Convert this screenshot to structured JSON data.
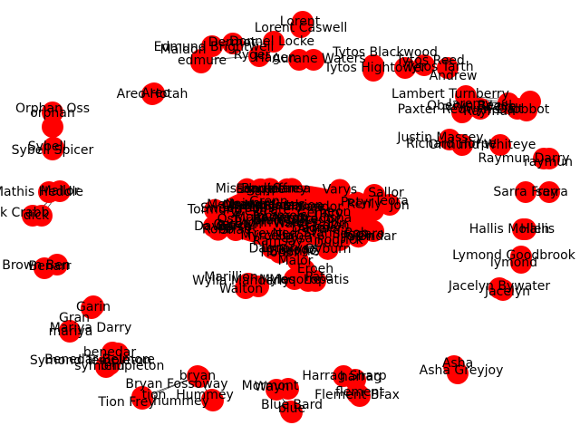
{
  "colors": {
    "node": "#ff0000",
    "label": "#000000",
    "background": "#ffffff"
  },
  "core_labels": [
    "Osf",
    "Dagmer",
    "Black",
    "Rob",
    "Oberyn",
    "Ilyn",
    "Pate",
    "Mord",
    "Margaery",
    "Sweetrobin",
    "Walder",
    "Renly",
    "Stannis",
    "Gendry",
    "Shae",
    "Grenn",
    "Qyburn",
    "Bronn",
    "Pycelle",
    "Duur",
    "Frey",
    "Seggaro",
    "Brienne",
    "Tyrion",
    "Jaime",
    "Sansa",
    "Arya",
    "Bran",
    "Jon",
    "Sam",
    "Theon",
    "Cersei",
    "Robb",
    "Catelyn",
    "Ned",
    "Jorah",
    "Daenerys",
    "Varys",
    "Petyr",
    "Joffrey",
    "Tommen",
    "Myrcella",
    "Lysa",
    "Edmure",
    "Hodor",
    "Osha",
    "Meera",
    "Jojen",
    "Davos",
    "Melisandre",
    "Podrick",
    "Sandor",
    "Gregor",
    "Barristan",
    "Missandei",
    "Drogo",
    "Viserys",
    "Ygritte",
    "Tormund",
    "Mance",
    "Roose",
    "Ramsay",
    "Balon",
    "Euron",
    "Victarion",
    "Aeron"
  ],
  "clusters": [
    {
      "labels": [
        "Lorent",
        "Lorent Caswell"
      ]
    },
    {
      "labels": [
        "Dermot",
        "Donnel Locke"
      ]
    },
    {
      "labels": [
        "Maldon",
        "Edmund Brightwell",
        "edmure",
        "Ryger"
      ]
    },
    {
      "labels": [
        "Hagen",
        "Aurane Waters"
      ]
    },
    {
      "labels": [
        "Tytos Blackwood",
        "Tytos Hightower"
      ]
    },
    {
      "labels": [
        "Tytos Reed",
        "Tytos Tarth",
        "Andrew"
      ]
    },
    {
      "labels": [
        "Areo Hotah",
        "Areo"
      ]
    },
    {
      "labels": [
        "Lambert Turnberry",
        "Jaremy",
        "Oberyn Bezel",
        "Paxter Redwyne",
        "Roelle",
        "Raymun",
        "Tobbot",
        "Dalt"
      ]
    },
    {
      "labels": [
        "Orphan Oss",
        "orphan"
      ]
    },
    {
      "labels": [
        "Justin Massey",
        "Richard Horpe",
        "Ormund Whiteye"
      ]
    },
    {
      "labels": [
        "Raymun Darry",
        "raymun"
      ]
    },
    {
      "labels": [
        "Sybell Spicer",
        "Sybell"
      ]
    },
    {
      "labels": [
        "Mallor",
        "Mathis Heddle",
        "Dick Crabb",
        "dick"
      ]
    },
    {
      "labels": [
        "Sarra Frey",
        "sarra"
      ]
    },
    {
      "labels": [
        "Hallis Mollen",
        "Hallis"
      ]
    },
    {
      "labels": [
        "Brown Ben",
        "Benarr"
      ]
    },
    {
      "labels": [
        "Lymond Goodbrook",
        "lymond"
      ]
    },
    {
      "labels": [
        "Garin",
        "Gran"
      ]
    },
    {
      "labels": [
        "Mariya Darry",
        "mariya"
      ]
    },
    {
      "labels": [
        "Jacelyn Bywater",
        "Jacelyn"
      ]
    },
    {
      "labels": [
        "benedar",
        "Benedar Belmore",
        "Symond Templeton",
        "symond",
        "Templeton"
      ]
    },
    {
      "labels": [
        "Asha",
        "Asha Greyjoy"
      ]
    },
    {
      "labels": [
        "bryan",
        "Bryan Fossoway",
        "Hummey",
        "hummey",
        "tion",
        "Tion Frey"
      ]
    },
    {
      "labels": [
        "Wayn",
        "Mormont",
        "Blue Bard",
        "blue"
      ]
    },
    {
      "labels": [
        "Harrag Sharp",
        "harrag"
      ]
    },
    {
      "labels": [
        "Flement Brax",
        "flement"
      ]
    },
    {
      "labels": [
        "Walton",
        "Wylla Manderly",
        "Marillion"
      ]
    },
    {
      "labels": [
        "Malor",
        "Eroeh",
        "Pate",
        "Myles",
        "Moqorro",
        "Lopatis"
      ]
    },
    {
      "labels": [
        "Sallor",
        "Teora",
        "Jon",
        "Ondar"
      ]
    }
  ]
}
